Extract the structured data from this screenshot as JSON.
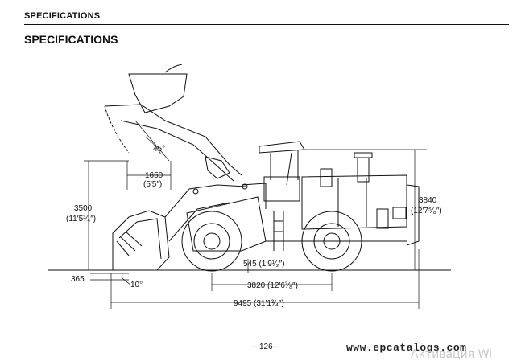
{
  "header": {
    "section_small": "SPECIFICATIONS",
    "section_title": "SPECIFICATIONS"
  },
  "dimensions": {
    "dump_angle": "45°",
    "reach_mm": "1650",
    "reach_ft": "(5′5″)",
    "dump_height_mm": "3500",
    "dump_height_ft": "(11′5³⁄₄″)",
    "overall_height_mm": "3840",
    "overall_height_ft": "(12′7⁵⁄₈″)",
    "ground_clearance_mm": "545 (1′9¹⁄₂″)",
    "wheelbase_mm": "3820 (12′6³⁄₈″)",
    "overall_length_mm": "9495 (31′1³⁄₄″)",
    "dig_depth_mm": "365",
    "bucket_angle": "10°"
  },
  "footer": {
    "page_number": "—126—",
    "site": "www.epcatalogs.com",
    "os_notice": "Активация Wi"
  }
}
